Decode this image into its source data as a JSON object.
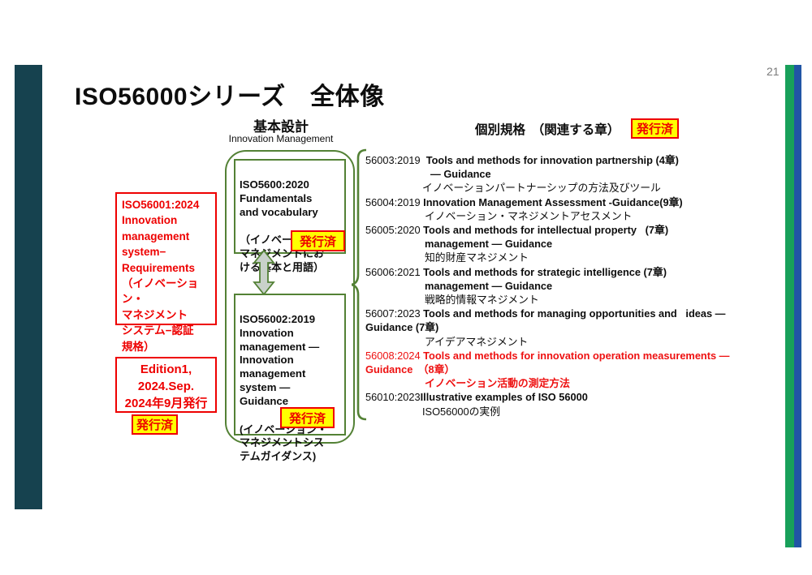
{
  "page": {
    "number": "21"
  },
  "title": "ISO56000シリーズ　全体像",
  "colors": {
    "sidebar_teal": "#16424f",
    "stripe_green": "#18a05a",
    "stripe_blue": "#2155a5",
    "box_green": "#538135",
    "accent_red": "#ee0000",
    "badge_yellow": "#ffff00"
  },
  "left": {
    "box1_text": "ISO56001:2024\nInnovation\nmanagement\nsystem−\nRequirements\n（イノベーショ\nン・\nマネジメント\nシステム−認証\n規格）",
    "box2_text": "Edition1,\n2024.Sep.\n2024年9月発行",
    "badge": "発行済"
  },
  "center": {
    "label_jp": "基本設計",
    "label_en": "Innovation Management",
    "box1_en": "ISO5600:2020\nFundamentals\nand vocabulary",
    "box1_jp": "（イノベーション・\nマネジメントにお\nける基本と用語）",
    "badge1": "発行済",
    "box2_en": "ISO56002:2019\nInnovation\nmanagement —\nInnovation\nmanagement\nsystem —\nGuidance",
    "box2_jp": "(イノベーション・\nマネジメントシス\nテムガイダンス)",
    "badge2": "発行済"
  },
  "right": {
    "header": "個別規格　（関連する章）",
    "badge": "発行済",
    "lines": [
      {
        "num": "56003:2019",
        "text": "  Tools and methods for innovation partnership (4章)"
      },
      {
        "text": "— Guidance"
      },
      {
        "text": "イノベーションパートナーシップの方法及びツール"
      },
      {
        "num": "56004:2019",
        "text": " Innovation Management Assessment -Guidance(9章)"
      },
      {
        "text": "イノベーション・マネジメントアセスメント"
      },
      {
        "num": "56005:2020",
        "text": " Tools and methods for intellectual property   (7章)"
      },
      {
        "text": "management — Guidance"
      },
      {
        "text": "知的財産マネジメント"
      },
      {
        "num": "56006:2021",
        "text": " Tools and methods for strategic intelligence (7章)"
      },
      {
        "text": "management — Guidance"
      },
      {
        "text": "戦略的情報マネジメント"
      },
      {
        "num": "56007:2023",
        "text": " Tools and methods for managing opportunities and   ideas —"
      },
      {
        "text": "Guidance (7章)"
      },
      {
        "text": "アイデアマネジメント"
      },
      {
        "num": "56008:2024",
        "text": " Tools and methods for innovation operation measurements —"
      },
      {
        "text": "Guidance　（8章）"
      },
      {
        "text": "イノベーション活動の測定方法"
      },
      {
        "num": "56010:2023",
        "text": "Illustrative examples of ISO 56000"
      },
      {
        "text": "ISO56000の実例"
      }
    ]
  }
}
